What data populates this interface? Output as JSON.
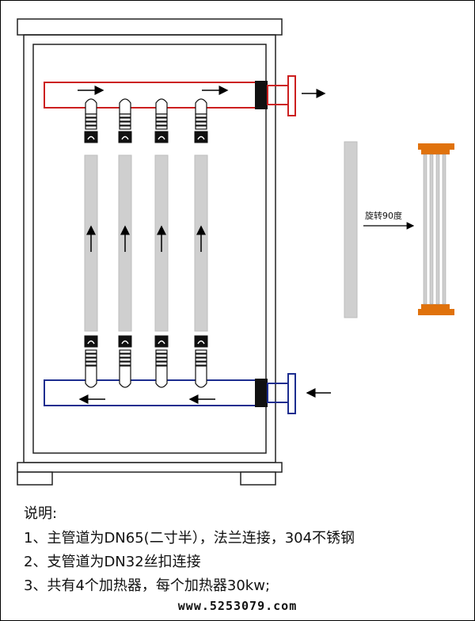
{
  "colors": {
    "outer_pipe": "#cc1f1f",
    "inlet_pipe": "#1c2d8f",
    "branch_pipe": "#cfcfcf",
    "cabinet_line": "#222222",
    "flange_orange": "#e0720c"
  },
  "diagram": {
    "rotation_label": "旋转90度",
    "heater_count": 4
  },
  "legend": {
    "title": "说明:",
    "notes": [
      "1、主管道为DN65(二寸半），法兰连接，304不锈钢",
      "2、支管道为DN32丝扣连接",
      "3、共有4个加热器，每个加热器30kw;"
    ]
  },
  "watermark": "www.5253079.com"
}
